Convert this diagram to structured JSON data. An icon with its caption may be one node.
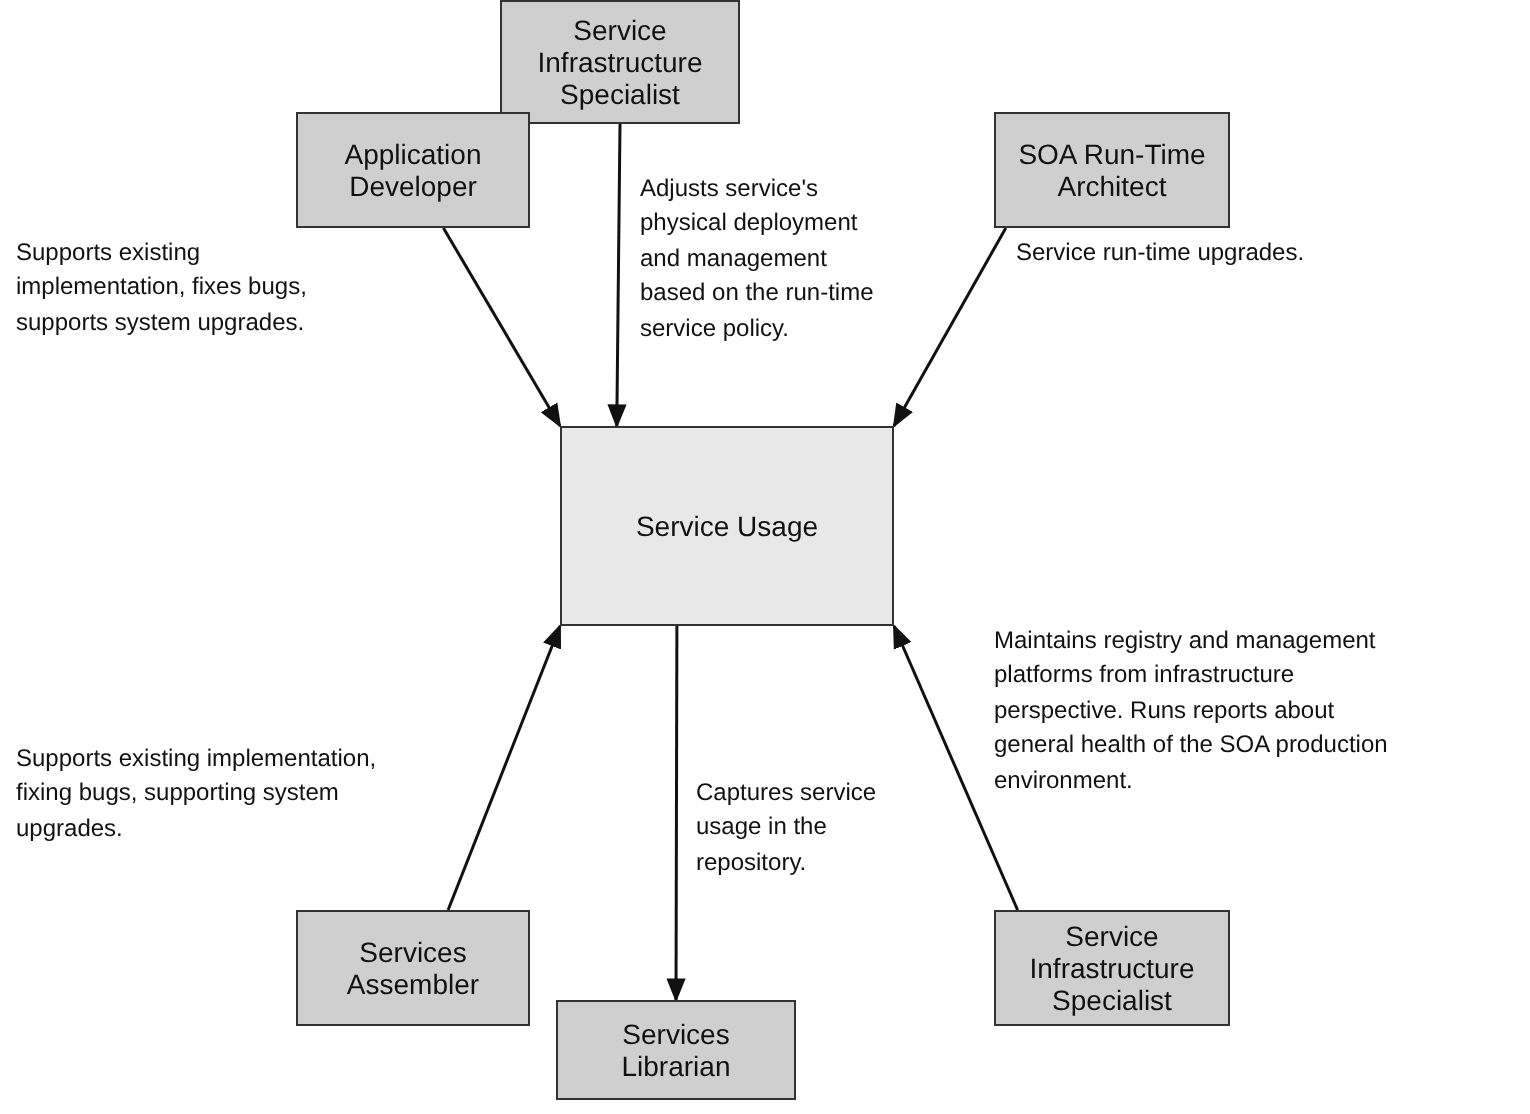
{
  "diagram": {
    "nodes": [
      {
        "text": [
          "Service Infrastructure Specialist"
        ]
      },
      {
        "text": [
          "Application Developer"
        ],
        "beside": [
          "Supports existing implementation, fixes bugs, supports system upgrades."
        ]
      },
      {
        "text": [
          "SOA Run-Time Architect"
        ],
        "beside": [
          "Service run-time upgrades."
        ]
      },
      {
        "text": [
          "Service Usage"
        ]
      },
      {
        "text": [
          "Services Assembler"
        ]
      },
      {
        "text": [
          "Service Infrastructure Specialist"
        ]
      },
      {
        "text": [
          "Services Librarian"
        ]
      }
    ],
    "edges": [
      {
        "from": 0,
        "to": 3,
        "arrow": "to",
        "label": "Adjusts service's physical deployment and management based on the run-time service policy."
      },
      {
        "from": 1,
        "to": 3,
        "arrow": "to"
      },
      {
        "from": 2,
        "to": 3,
        "arrow": "to"
      },
      {
        "from": 4,
        "to": 3,
        "arrow": "to"
      },
      {
        "from": 5,
        "to": 3,
        "arrow": "to"
      },
      {
        "from": 3,
        "to": 6,
        "arrow": "to",
        "label": "Captures service usage in the repository."
      }
    ],
    "labels": [
      "Maintains registry and management platforms from infrastructure perspective. Runs reports about general health of the SOA production environment.",
      "Supports existing implementation, fixing bugs, supporting system upgrades."
    ]
  }
}
